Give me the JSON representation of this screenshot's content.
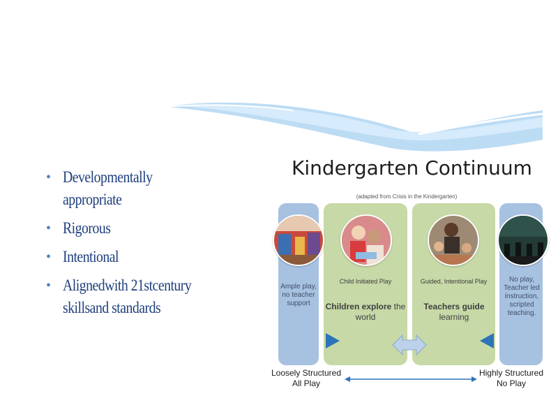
{
  "bullets": [
    {
      "text": "Developmentally appropriate"
    },
    {
      "text": "Rigorous"
    },
    {
      "text": "Intentional"
    },
    {
      "text": "Alignedwith 21stcentury skillsand standards"
    }
  ],
  "continuum": {
    "title": "Kindergarten Continuum",
    "subtitle": "(adapted from Crisis in the Kindergarten)",
    "left_panel": {
      "text": "Ample play, no teacher support"
    },
    "mid1": {
      "label": "Child Initiated Play",
      "bold": "Children explore",
      "rest": "the world"
    },
    "mid2": {
      "label": "Guided, Intentional Play",
      "bold": "Teachers guide",
      "rest": "learning"
    },
    "right_panel": {
      "text": "No play, Teacher led instruction, scripted teaching."
    },
    "left_end": {
      "line1": "Loosely Structured",
      "line2": "All Play"
    },
    "right_end": {
      "line1": "Highly Structured",
      "line2": "No Play"
    }
  },
  "colors": {
    "bullet_text": "#1f3f7d",
    "bullet_dot": "#4f81bd",
    "panel_blue": "#a7c1e1",
    "panel_green": "#c7d9a7",
    "arrow_blue": "#2d74b8",
    "wave": "#bcdcf4"
  },
  "icons": {
    "triangle_right": "triangle-right-icon",
    "triangle_left": "triangle-left-icon",
    "double_arrow": "double-arrow-icon"
  }
}
